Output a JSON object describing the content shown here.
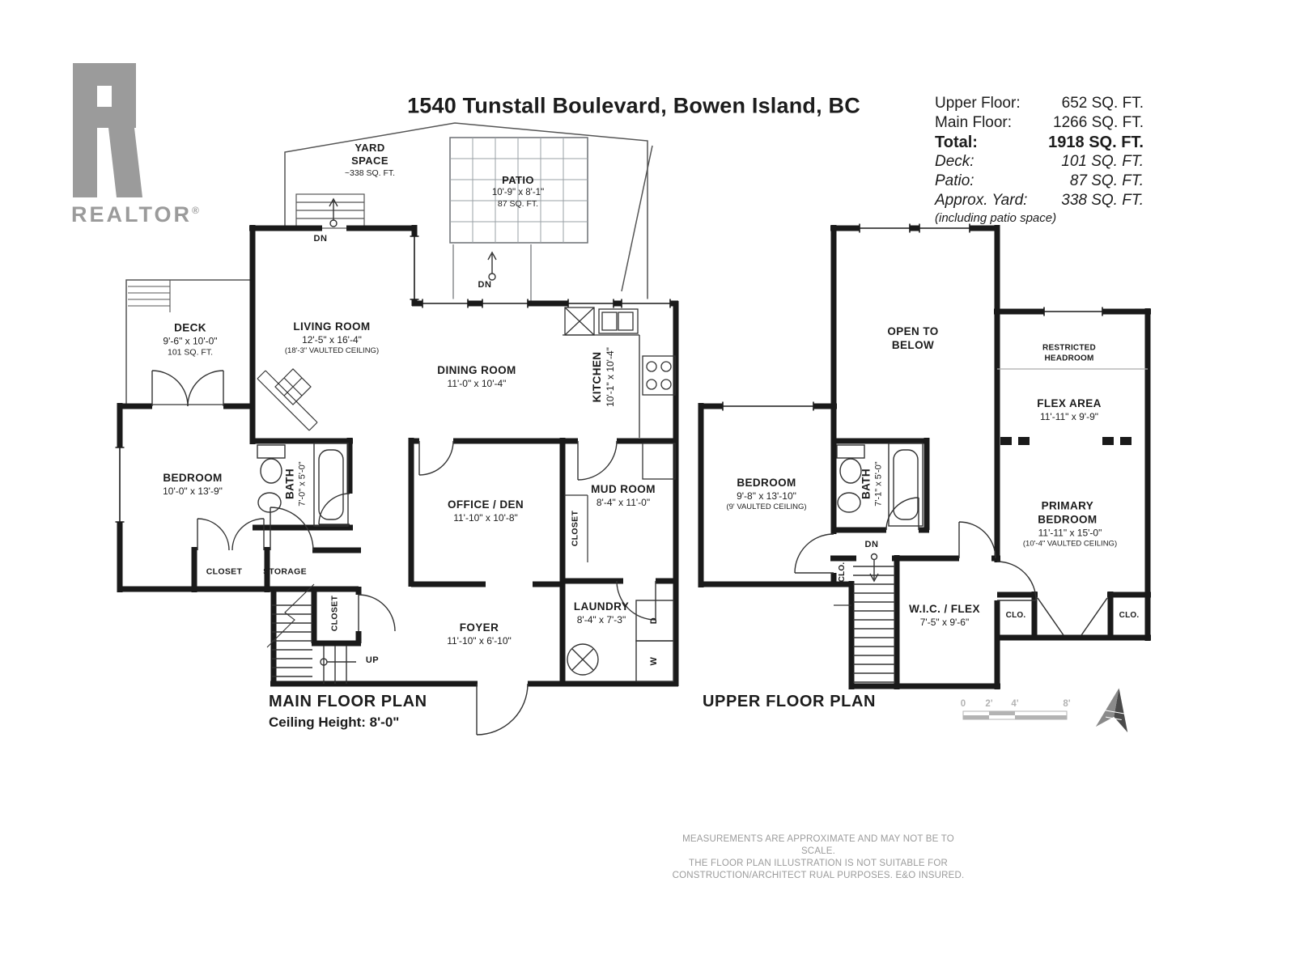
{
  "logo": {
    "name": "REALTOR",
    "reg": "®"
  },
  "header": {
    "title": "1540 Tunstall Boulevard, Bowen Island, BC",
    "areas": [
      {
        "label": "Upper Floor:",
        "value": "652 SQ. FT."
      },
      {
        "label": "Main Floor:",
        "value": "1266 SQ. FT."
      },
      {
        "label": "Total:",
        "value": "1918 SQ. FT."
      },
      {
        "label": "Deck:",
        "value": "101 SQ. FT."
      },
      {
        "label": "Patio:",
        "value": "87 SQ. FT."
      },
      {
        "label": "Approx. Yard:",
        "value": "338 SQ. FT."
      }
    ],
    "areas_note": "(including patio space)"
  },
  "main_floor": {
    "caption": "MAIN FLOOR PLAN",
    "ceiling_height": "Ceiling Height: 8'-0\"",
    "rooms": {
      "yard": {
        "name": "YARD SPACE",
        "area": "~338 SQ. FT."
      },
      "patio": {
        "name": "PATIO",
        "dims": "10'-9\" x 8'-1\"",
        "area": "87 SQ. FT."
      },
      "deck": {
        "name": "DECK",
        "dims": "9'-6\" x 10'-0\"",
        "area": "101 SQ. FT."
      },
      "living": {
        "name": "LIVING ROOM",
        "dims": "12'-5\" x 16'-4\"",
        "note": "(18'-3\" VAULTED CEILING)"
      },
      "dining": {
        "name": "DINING ROOM",
        "dims": "11'-0\" x 10'-4\""
      },
      "kitchen": {
        "name": "KITCHEN",
        "dims": "10'-1\" x 10'-4\""
      },
      "bedroom": {
        "name": "BEDROOM",
        "dims": "10'-0\" x 13'-9\""
      },
      "bath": {
        "name": "BATH",
        "dims": "7'-0\" x 5'-0\""
      },
      "office": {
        "name": "OFFICE / DEN",
        "dims": "11'-10\" x 10'-8\""
      },
      "mud": {
        "name": "MUD ROOM",
        "dims": "8'-4\" x 11'-0\""
      },
      "closet1": {
        "name": "CLOSET"
      },
      "storage": {
        "name": "STORAGE"
      },
      "closet2": {
        "name": "CLOSET"
      },
      "closet3": {
        "name": "CLOSET"
      },
      "foyer": {
        "name": "FOYER",
        "dims": "11'-10\" x 6'-10\""
      },
      "laundry": {
        "name": "LAUNDRY",
        "dims": "8'-4\" x 7'-3\""
      }
    },
    "markers": {
      "dn": "DN",
      "up": "UP",
      "washer": "W",
      "dryer": "D"
    }
  },
  "upper_floor": {
    "caption": "UPPER FLOOR PLAN",
    "rooms": {
      "open": {
        "name": "OPEN TO BELOW"
      },
      "restricted": {
        "name": "RESTRICTED HEADROOM"
      },
      "flex": {
        "name": "FLEX AREA",
        "dims": "11'-11\" x 9'-9\""
      },
      "bedroom": {
        "name": "BEDROOM",
        "dims": "9'-8\" x 13'-10\"",
        "note": "(9' VAULTED CEILING)"
      },
      "bath": {
        "name": "BATH",
        "dims": "7'-1\" x 5'-0\""
      },
      "primary": {
        "name": "PRIMARY BEDROOM",
        "dims": "11'-11\" x 15'-0\"",
        "note": "(10'-4\" VAULTED CEILING)"
      },
      "wic": {
        "name": "W.I.C. / FLEX",
        "dims": "7'-5\" x 9'-6\""
      },
      "clo_left": {
        "name": "CLO."
      },
      "clo_bl": {
        "name": "CLO."
      },
      "clo_br": {
        "name": "CLO."
      }
    },
    "markers": {
      "dn": "DN"
    }
  },
  "scale_bar": {
    "ticks": [
      "0",
      "2'",
      "4'",
      "8'"
    ]
  },
  "disclaimer": {
    "line1": "MEASUREMENTS ARE APPROXIMATE AND MAY NOT BE TO SCALE.",
    "line2": "THE FLOOR PLAN ILLUSTRATION IS NOT SUITABLE FOR",
    "line3": "CONSTRUCTION/ARCHITECT RUAL PURPOSES. E&O INSURED."
  }
}
